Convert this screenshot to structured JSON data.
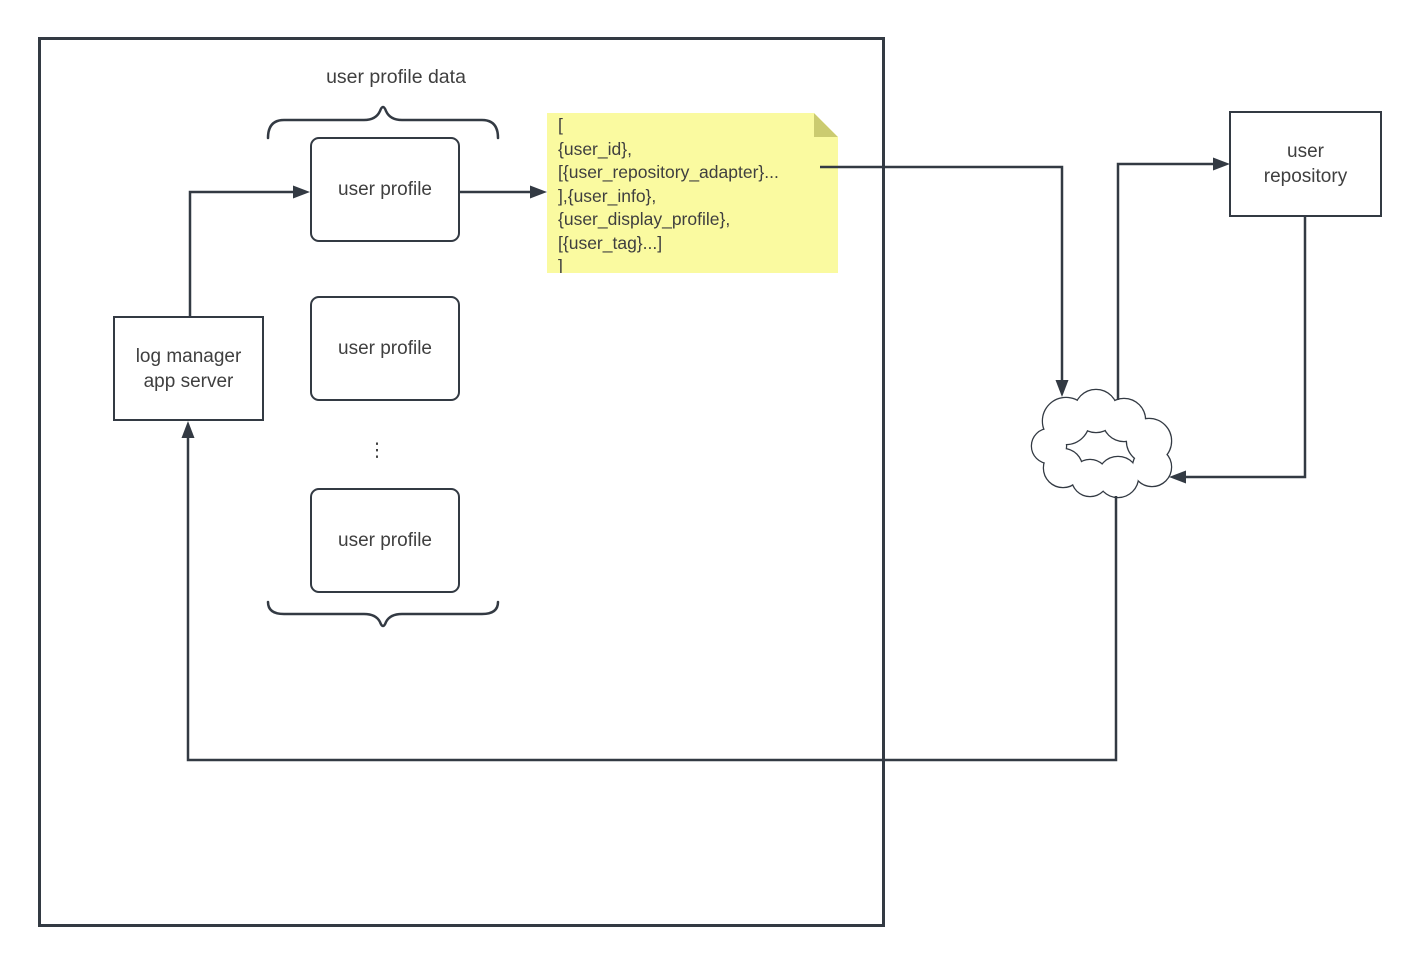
{
  "colors": {
    "stroke": "#333a43",
    "text": "#3f3f3f",
    "note_bg": "#fafaa0",
    "note_fold": "#cbcb70",
    "background": "#ffffff"
  },
  "title": {
    "label": "user profile data"
  },
  "boxes": {
    "user_profile_1": {
      "label": "user profile"
    },
    "user_profile_2": {
      "label": "user profile"
    },
    "user_profile_3": {
      "label": "user profile"
    },
    "log_manager": {
      "label": "log manager\napp server"
    },
    "user_repository": {
      "label": "user\nrepository"
    }
  },
  "ellipsis_glyph": "⋮",
  "note": {
    "lines": [
      "[",
      "{user_id},",
      "[{user_repository_adapter}...",
      "],{user_info},",
      "{user_display_profile},",
      "[{user_tag}...]",
      "]"
    ]
  },
  "connections": [
    {
      "from": "log manager app server",
      "to": "user profile (top)",
      "type": "arrow"
    },
    {
      "from": "user profile (top)",
      "to": "note",
      "type": "arrow"
    },
    {
      "from": "note",
      "to": "cloud",
      "type": "arrow"
    },
    {
      "from": "cloud",
      "to": "user repository",
      "type": "arrow"
    },
    {
      "from": "user repository",
      "to": "cloud",
      "type": "arrow"
    },
    {
      "from": "cloud",
      "to": "log manager app server",
      "type": "arrow"
    }
  ]
}
